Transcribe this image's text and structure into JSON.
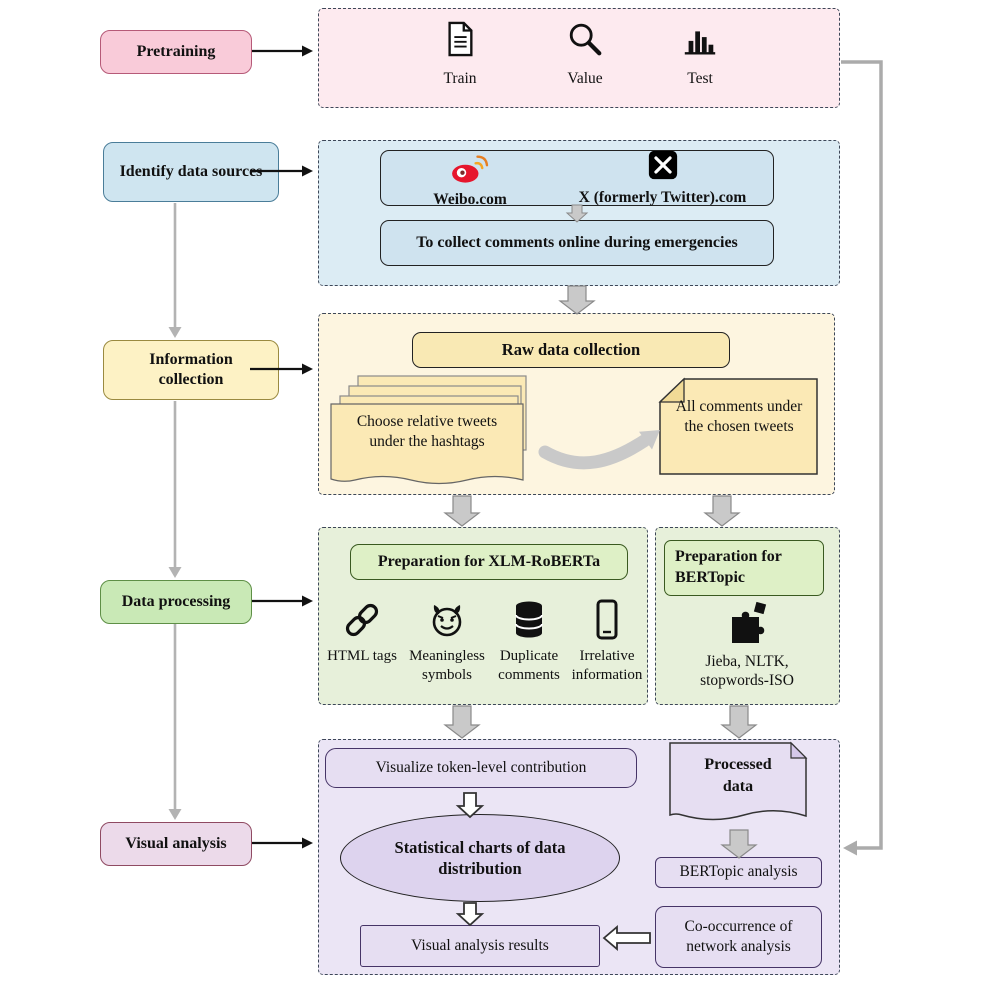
{
  "stages": {
    "pretraining": "Pretraining",
    "identify": "Identify data sources",
    "information": "Information collection",
    "processing": "Data processing",
    "visual": "Visual analysis"
  },
  "pretraining_panel": {
    "items": [
      {
        "icon": "document-icon",
        "label": "Train"
      },
      {
        "icon": "magnifier-icon",
        "label": "Value"
      },
      {
        "icon": "bar-chart-icon",
        "label": "Test"
      }
    ]
  },
  "sources_panel": {
    "weibo_label": "Weibo.com",
    "x_label": "X (formerly Twitter).com",
    "purpose": "To collect comments online during emergencies"
  },
  "collection_panel": {
    "header": "Raw data collection",
    "choose_note": "Choose relative tweets under the hashtags",
    "comments_note": "All comments under the chosen tweets"
  },
  "processing_panel": {
    "xlm_header": "Preparation for XLM-RoBERTa",
    "clean_items": [
      {
        "icon": "chain-link-icon",
        "label": "HTML tags"
      },
      {
        "icon": "devil-icon",
        "label": "Meaningless symbols"
      },
      {
        "icon": "database-icon",
        "label": "Duplicate comments"
      },
      {
        "icon": "phone-icon",
        "label": "Irrelative information"
      }
    ],
    "bertopic_header": "Preparation for BERTopic",
    "bertopic_tools": "Jieba, NLTK, stopwords-ISO"
  },
  "visual_panel": {
    "token_box": "Visualize token-level contribution",
    "processed_doc": "Processed data",
    "stats_ellipse": "Statistical charts of data distribution",
    "bertopic_box": "BERTopic analysis",
    "results_box": "Visual analysis results",
    "cooccurrence_box": "Co-occurrence of network analysis"
  },
  "colors": {
    "weibo_red": "#e6162d",
    "x_black": "#000000",
    "panel_pink": "#fdeaef",
    "panel_blue": "#dcecf4",
    "panel_yellow": "#fdf5e0",
    "panel_green": "#e7f0da",
    "panel_purple": "#ebe5f5"
  }
}
